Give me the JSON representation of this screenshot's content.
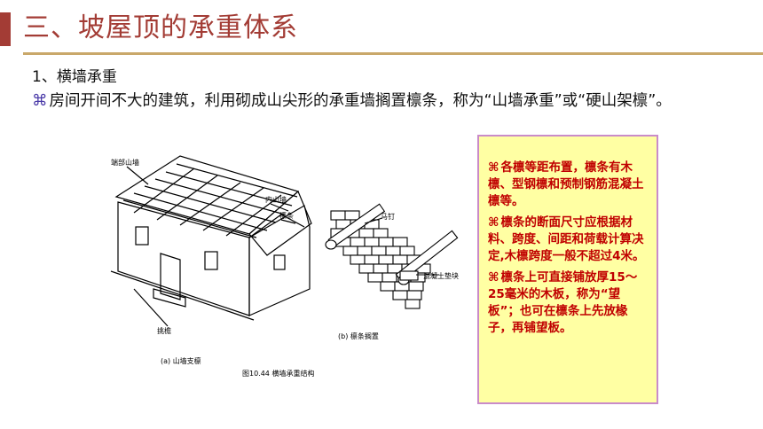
{
  "slide": {
    "title": "三、坡屋顶的承重体系",
    "subtitle": "1、横墙承重",
    "paragraph": "房间开间不大的建筑，利用砌成山尖形的承重墙搁置檩条，称为“山墙承重”或“硬山架檩”。"
  },
  "figure": {
    "label_end_gable": "端部山墙",
    "label_inner_gable": "内山墙",
    "label_purlin": "檩条",
    "label_eave": "挑檐",
    "label_nail": "马钉",
    "label_block": "混凝土垫块",
    "caption_a": "(a)  山墙支檩",
    "caption_b": "(b)  檩条搁置",
    "caption_main": "图10.44   横墙承重结构"
  },
  "note": {
    "items": [
      "各檩等距布置，檩条有木檩、型钢檩和预制钢筋混凝土檩等。",
      "檩条的断面尺寸应根据材料、跨度、间距和荷载计算决定,木檩跨度一般不超过4米。",
      "檩条上可直接铺放厚15～25毫米的木板，称为“望板”；也可在檩条上先放椽子，再铺望板。"
    ]
  },
  "icons": {
    "bullet": "⌘"
  }
}
